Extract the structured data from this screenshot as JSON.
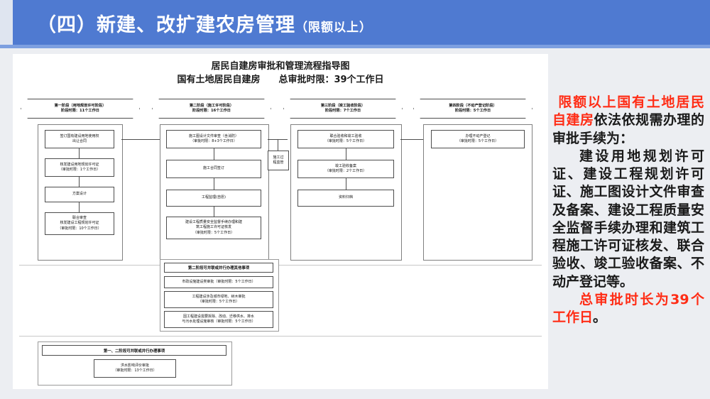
{
  "header": {
    "title_main": "（四）新建、改扩建农房管理",
    "title_sub": "（限额以上）"
  },
  "chart": {
    "title_line1": "居民自建房审批和管理流程指导图",
    "title_line2_left": "国有土地居民自建房",
    "title_line2_right": "总审批时限：39个工作日",
    "stages": [
      {
        "name": "第一阶段（用地规划许可阶段）",
        "limit": "阶段时限：11个工作日"
      },
      {
        "name": "第二阶段（施工许可阶段）",
        "limit": "阶段时限：16个工作日"
      },
      {
        "name": "第三阶段（竣工验收阶段）",
        "limit": "阶段时限：7个工作日"
      },
      {
        "name": "第四阶段（不动产登记阶段）",
        "limit": "阶段时限：5个工作日"
      }
    ],
    "col1_nodes": [
      {
        "l1": "签订国有建设用地使用权",
        "l2": "出让合同",
        "l3": ""
      },
      {
        "l1": "核发建设用地规划许可证",
        "l2": "（审批时限：1个工作日）",
        "l3": ""
      },
      {
        "l1": "方案设计",
        "l2": "",
        "l3": ""
      },
      {
        "l1": "联合审查",
        "l2": "核发建设工程规划许可证",
        "l3": "（审批时限：10个工作日）"
      }
    ],
    "col2_nodes": [
      {
        "l1": "施工图设计文件审查（含消防）",
        "l2": "（审批时限：8+3个工作日）",
        "l3": ""
      },
      {
        "l1": "施工合同签订",
        "l2": "",
        "l3": ""
      },
      {
        "l1": "工程监理(自愿)",
        "l2": "",
        "l3": ""
      },
      {
        "l1": "建设工程质量安全监督手续办理和建",
        "l2": "筑工程施工许可证核发",
        "l3": "（审批时限：5个工作日）"
      }
    ],
    "col3_nodes": [
      {
        "l1": "联合验收和竣工验收",
        "l2": "（审批时限：5个工作日）",
        "l3": ""
      },
      {
        "l1": "竣工验收备案",
        "l2": "（审批时限：2个工作日）",
        "l3": ""
      },
      {
        "l1": "资料归档",
        "l2": "",
        "l3": ""
      }
    ],
    "col4_nodes": [
      {
        "l1": "办理不动产登记",
        "l2": "（审批时限：5个工作日）",
        "l3": ""
      }
    ],
    "side_node": {
      "l1": "施工过",
      "l2": "程监管"
    },
    "parallel_stage2": {
      "header": "第二阶段可并联或并行办理其他事项",
      "items": [
        {
          "l1": "市政设施建设类审批（审批时限：5个工作日）",
          "l2": ""
        },
        {
          "l1": "工程建设涉及城市绿地、树木审批",
          "l2": "（审批时限：5个工作日）"
        },
        {
          "l1": "因工程建设需要拆除、改动、迁移供水、排水",
          "l2": "与污水处理设施审核（审批时限：5个工作日）"
        }
      ]
    },
    "parallel_stage12": {
      "header": "第一、二阶段可并联或并行办理事项",
      "items": [
        {
          "l1": "洪水影响评价审批",
          "l2": "（审批时限：13个工作日）"
        }
      ]
    }
  },
  "text_panel": {
    "p1_red1": "限额以上国有土地",
    "p1_red2": "居民自建房",
    "p1_rest": "依法依规需办理的审批手续为：",
    "p2": "建设用地规划许可证、建设工程规划许可证、施工图设计文件审查及备案、建设工程质量安全监督手续办理和建筑工程施工许可证核发、联合验收、竣工验收备案、不动产登记等。",
    "p3_red": "总审批时长为39个工作日",
    "p3_tail": "。"
  },
  "colors": {
    "header_blue": "#4f7ad1",
    "accent_red": "#ff2d16",
    "page_bg": "#eceef2"
  }
}
